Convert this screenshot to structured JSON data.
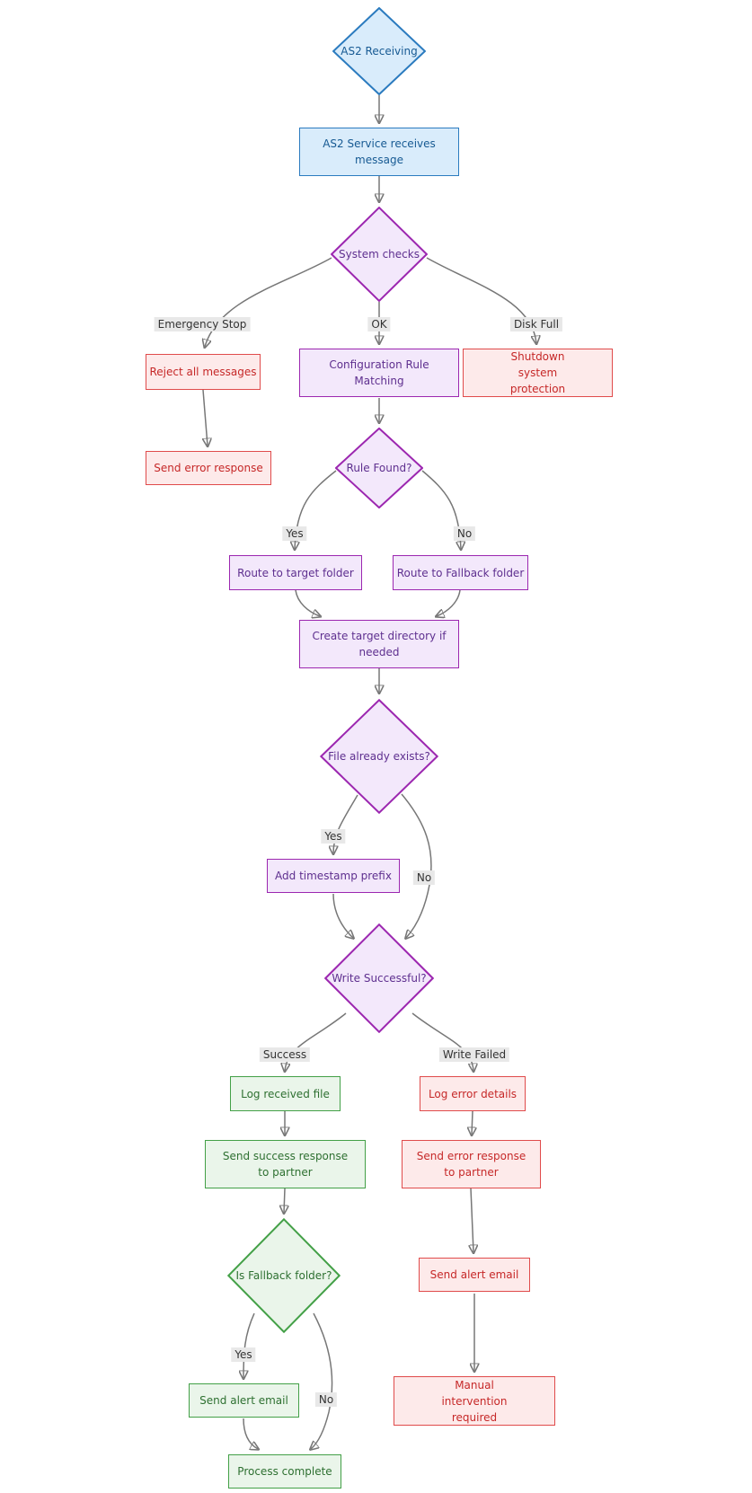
{
  "diagram": {
    "type": "flowchart",
    "canvas_bg": "#ffffff",
    "nodes": {
      "as2_receiving": {
        "label": "AS2 Receiving",
        "shape": "diamond",
        "color": "blue"
      },
      "as2_service": {
        "label": "AS2 Service receives message",
        "shape": "rect",
        "color": "blue"
      },
      "system_checks": {
        "label": "System checks",
        "shape": "diamond",
        "color": "purple"
      },
      "reject_all": {
        "label": "Reject all messages",
        "shape": "rect",
        "color": "red"
      },
      "config_rule": {
        "label": "Configuration Rule Matching",
        "shape": "rect",
        "color": "purple"
      },
      "shutdown": {
        "label": "Shutdown system protection",
        "shape": "rect",
        "color": "red"
      },
      "send_error_response": {
        "label": "Send error response",
        "shape": "rect",
        "color": "red"
      },
      "rule_found": {
        "label": "Rule Found?",
        "shape": "diamond",
        "color": "purple"
      },
      "route_target": {
        "label": "Route to target folder",
        "shape": "rect",
        "color": "purple"
      },
      "route_fallback": {
        "label": "Route to Fallback folder",
        "shape": "rect",
        "color": "purple"
      },
      "create_dir": {
        "label": "Create target directory if needed",
        "shape": "rect",
        "color": "purple"
      },
      "file_exists": {
        "label": "File already exists?",
        "shape": "diamond",
        "color": "purple"
      },
      "add_timestamp": {
        "label": "Add timestamp prefix",
        "shape": "rect",
        "color": "purple"
      },
      "write_successful": {
        "label": "Write Successful?",
        "shape": "diamond",
        "color": "purple"
      },
      "log_received": {
        "label": "Log received file",
        "shape": "rect",
        "color": "green"
      },
      "log_error": {
        "label": "Log error details",
        "shape": "rect",
        "color": "red"
      },
      "send_success_partner": {
        "label": "Send success response to partner",
        "shape": "rect",
        "color": "green"
      },
      "send_error_partner": {
        "label": "Send error response to partner",
        "shape": "rect",
        "color": "red"
      },
      "is_fallback": {
        "label": "Is Fallback folder?",
        "shape": "diamond",
        "color": "green"
      },
      "send_alert_green": {
        "label": "Send alert email",
        "shape": "rect",
        "color": "green"
      },
      "send_alert_red": {
        "label": "Send alert email",
        "shape": "rect",
        "color": "red"
      },
      "manual_intervention": {
        "label": "Manual intervention required",
        "shape": "rect",
        "color": "red"
      },
      "process_complete": {
        "label": "Process complete",
        "shape": "rect",
        "color": "green"
      }
    },
    "edge_labels": {
      "emergency_stop": "Emergency Stop",
      "ok": "OK",
      "disk_full": "Disk Full",
      "yes1": "Yes",
      "no1": "No",
      "yes2": "Yes",
      "no2": "No",
      "success": "Success",
      "write_failed": "Write Failed",
      "yes3": "Yes",
      "no3": "No"
    },
    "edges": [
      {
        "from": "as2_receiving",
        "to": "as2_service",
        "label": ""
      },
      {
        "from": "as2_service",
        "to": "system_checks",
        "label": ""
      },
      {
        "from": "system_checks",
        "to": "reject_all",
        "label": "Emergency Stop"
      },
      {
        "from": "system_checks",
        "to": "config_rule",
        "label": "OK"
      },
      {
        "from": "system_checks",
        "to": "shutdown",
        "label": "Disk Full"
      },
      {
        "from": "reject_all",
        "to": "send_error_response",
        "label": ""
      },
      {
        "from": "config_rule",
        "to": "rule_found",
        "label": ""
      },
      {
        "from": "rule_found",
        "to": "route_target",
        "label": "Yes"
      },
      {
        "from": "rule_found",
        "to": "route_fallback",
        "label": "No"
      },
      {
        "from": "route_target",
        "to": "create_dir",
        "label": ""
      },
      {
        "from": "route_fallback",
        "to": "create_dir",
        "label": ""
      },
      {
        "from": "create_dir",
        "to": "file_exists",
        "label": ""
      },
      {
        "from": "file_exists",
        "to": "add_timestamp",
        "label": "Yes"
      },
      {
        "from": "file_exists",
        "to": "write_successful",
        "label": "No"
      },
      {
        "from": "add_timestamp",
        "to": "write_successful",
        "label": ""
      },
      {
        "from": "write_successful",
        "to": "log_received",
        "label": "Success"
      },
      {
        "from": "write_successful",
        "to": "log_error",
        "label": "Write Failed"
      },
      {
        "from": "log_received",
        "to": "send_success_partner",
        "label": ""
      },
      {
        "from": "log_error",
        "to": "send_error_partner",
        "label": ""
      },
      {
        "from": "send_success_partner",
        "to": "is_fallback",
        "label": ""
      },
      {
        "from": "send_error_partner",
        "to": "send_alert_red",
        "label": ""
      },
      {
        "from": "is_fallback",
        "to": "send_alert_green",
        "label": "Yes"
      },
      {
        "from": "is_fallback",
        "to": "process_complete",
        "label": "No"
      },
      {
        "from": "send_alert_green",
        "to": "process_complete",
        "label": ""
      },
      {
        "from": "send_alert_red",
        "to": "manual_intervention",
        "label": ""
      }
    ],
    "colors": {
      "blue_fill": "#d9ecfb",
      "blue_stroke": "#2b7bbf",
      "blue_text": "#175a93",
      "purple_fill": "#f3e8fb",
      "purple_stroke": "#9c27b0",
      "purple_text": "#5e2f8f",
      "red_fill": "#fdeaea",
      "red_stroke": "#e04b4b",
      "red_text": "#c62828",
      "green_fill": "#eaf5ea",
      "green_stroke": "#43a047",
      "green_text": "#2e7031",
      "edge_line": "#777777",
      "arrowhead": "#333333",
      "edge_label_bg": "#e8e8e8",
      "edge_label_text": "#333333"
    }
  }
}
